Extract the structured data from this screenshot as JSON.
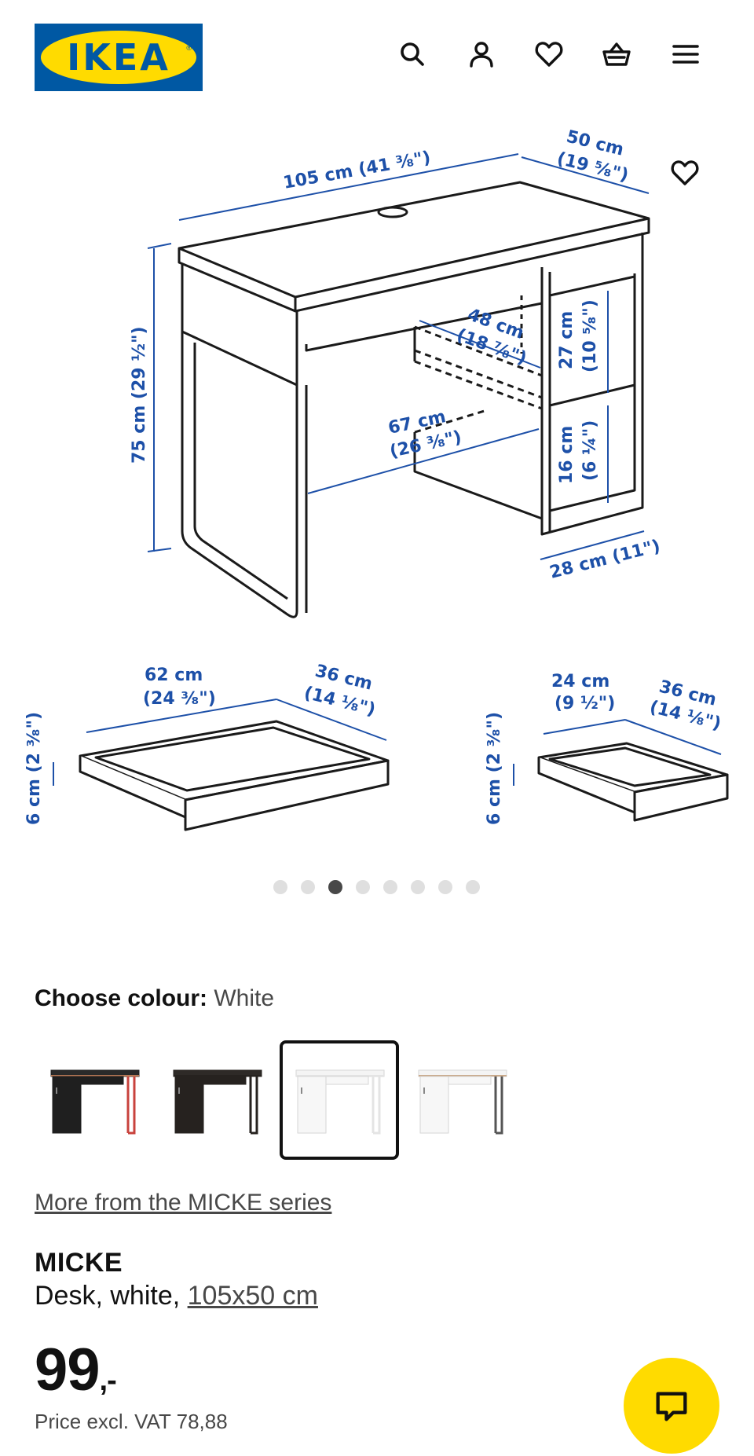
{
  "header": {
    "logo_text": "IKEA",
    "logo_reg": "®",
    "icons": [
      "search-icon",
      "account-icon",
      "heart-icon",
      "basket-icon",
      "menu-icon"
    ]
  },
  "gallery": {
    "dimensions": {
      "desk_width": "105 cm (41 ³⁄₈\")",
      "desk_depth_cm": "50 cm",
      "desk_depth_in": "(19 ⁵⁄₈\")",
      "desk_height": "75 cm (29 ½\")",
      "shelf_depth_cm": "48 cm",
      "shelf_depth_in": "(18 ⁷⁄₈\")",
      "knee_width_cm": "67 cm",
      "knee_width_in": "(26 ³⁄₈\")",
      "cabinet_top_cm": "27 cm",
      "cabinet_top_in": "(10 ⁵⁄₈\")",
      "cabinet_bottom_cm": "16 cm",
      "cabinet_bottom_in": "(6 ¼\")",
      "cabinet_width": "28 cm (11\")",
      "drawer1_width_cm": "62 cm",
      "drawer1_width_in": "(24 ³⁄₈\")",
      "drawer1_depth_cm": "36 cm",
      "drawer1_depth_in": "(14 ⅛\")",
      "drawer1_height": "6 cm (2 ³⁄₈\")",
      "drawer2_width_cm": "24 cm",
      "drawer2_width_in": "(9 ½\")",
      "drawer2_depth_cm": "36 cm",
      "drawer2_depth_in": "(14 ⅛\")",
      "drawer2_height": "6 cm (2 ³⁄₈\")"
    },
    "dots_total": 8,
    "dots_active_index": 2
  },
  "colour": {
    "label": "Choose colour:",
    "value": "White",
    "options": [
      {
        "name": "black-red",
        "top": "#2a2a2a",
        "body": "#1f1f1f",
        "leg": "#c8423c",
        "edge": "#b97a57"
      },
      {
        "name": "black-brown",
        "top": "#2e2a27",
        "body": "#26221f",
        "leg": "#26221f",
        "edge": "#26221f"
      },
      {
        "name": "white",
        "top": "#f4f4f4",
        "body": "#f7f7f7",
        "leg": "#e4e4e4",
        "edge": "#e4e4e4"
      },
      {
        "name": "white-anthracite",
        "top": "#f4f4f4",
        "body": "#f7f7f7",
        "leg": "#555555",
        "edge": "#c9a98a"
      }
    ],
    "selected_index": 2
  },
  "series_link": "More from the MICKE series",
  "product": {
    "name": "MICKE",
    "desc_prefix": "Desk, white, ",
    "size": "105x50 cm"
  },
  "price": {
    "amount": "99",
    "suffix": ",-",
    "vat": "Price excl. VAT 78,88"
  },
  "colors": {
    "ikea_blue": "#0058a3",
    "ikea_yellow": "#ffdb00",
    "dimension_blue": "#1d50a8"
  }
}
